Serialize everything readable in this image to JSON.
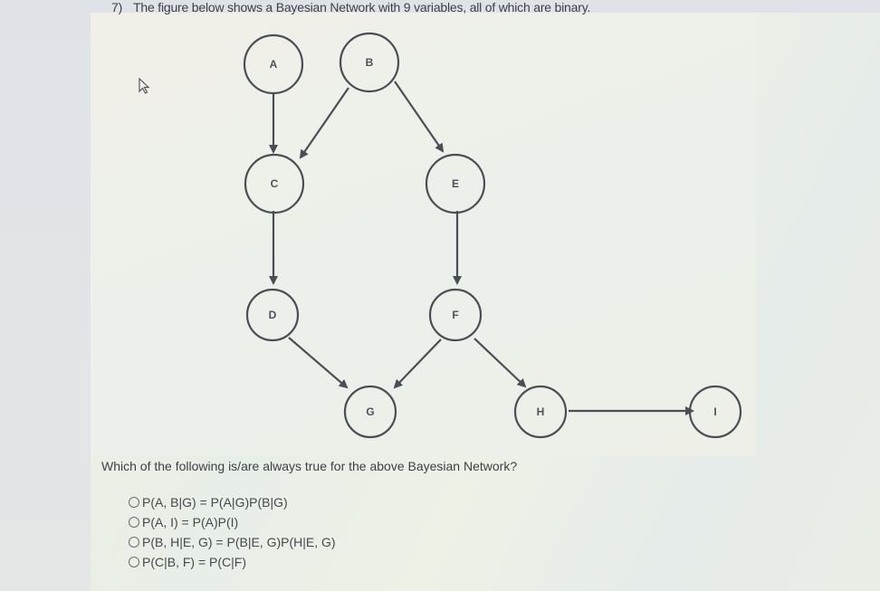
{
  "question": {
    "number": "7)",
    "text": "The figure below shows a Bayesian Network with 9 variables, all of which are binary."
  },
  "diagram": {
    "nodes": [
      {
        "id": "A",
        "label": "A"
      },
      {
        "id": "B",
        "label": "B"
      },
      {
        "id": "C",
        "label": "C"
      },
      {
        "id": "D",
        "label": "D"
      },
      {
        "id": "E",
        "label": "E"
      },
      {
        "id": "F",
        "label": "F"
      },
      {
        "id": "G",
        "label": "G"
      },
      {
        "id": "H",
        "label": "H"
      },
      {
        "id": "I",
        "label": "I"
      }
    ],
    "edges": [
      [
        "A",
        "C"
      ],
      [
        "B",
        "C"
      ],
      [
        "B",
        "E"
      ],
      [
        "C",
        "D"
      ],
      [
        "E",
        "F"
      ],
      [
        "D",
        "G"
      ],
      [
        "F",
        "G"
      ],
      [
        "F",
        "H"
      ],
      [
        "H",
        "I"
      ]
    ]
  },
  "prompt": "Which of the following is/are always true for the above Bayesian Network?",
  "options": [
    {
      "label": "P(A, B|G) = P(A|G)P(B|G)",
      "selected": false
    },
    {
      "label": "P(A, I) = P(A)P(I)",
      "selected": false
    },
    {
      "label": "P(B, H|E, G) = P(B|E, G)P(H|E, G)",
      "selected": false
    },
    {
      "label": "P(C|B, F) = P(C|F)",
      "selected": false
    }
  ],
  "icons": {
    "cursor": "mouse-pointer-icon",
    "option_marker": "radio-button-icon"
  },
  "colors": {
    "stroke": "#4a4e55",
    "text": "#3d4045",
    "background": "#eef0e8"
  }
}
